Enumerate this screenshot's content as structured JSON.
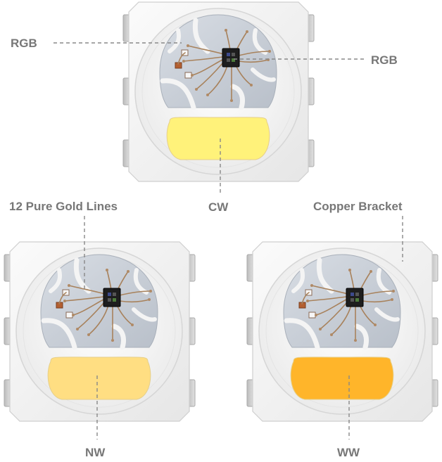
{
  "labels": {
    "rgb_left": "RGB",
    "rgb_right": "RGB",
    "gold_lines": "12 Pure Gold Lines",
    "cw": "CW",
    "copper": "Copper Bracket",
    "nw": "NW",
    "ww": "WW"
  },
  "leds": [
    {
      "name": "CW",
      "phosphor_color": "#fff27a"
    },
    {
      "name": "NW",
      "phosphor_color": "#ffde82"
    },
    {
      "name": "WW",
      "phosphor_color": "#ffb52a"
    }
  ],
  "colors": {
    "label_text": "#777777",
    "leader_line": "#888888",
    "package_body": "#f3f3f3",
    "die_substrate": "#c8ced7",
    "gold_wire": "#a8825c",
    "chip": "#1e1e1e"
  }
}
